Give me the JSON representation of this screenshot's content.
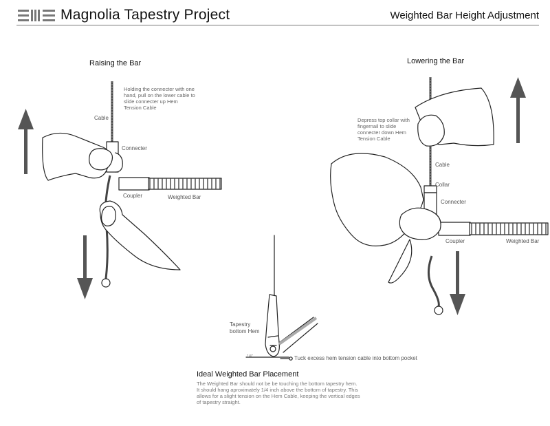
{
  "header": {
    "title": "Magnolia Tapestry Project",
    "subtitle": "Weighted Bar Height Adjustment"
  },
  "raising": {
    "heading": "Raising the Bar",
    "instruction": "Holding the connecter with one hand, pull on the lower cable to slide connecter up Hem Tension Cable",
    "labels": {
      "cable": "Cable",
      "connecter": "Connecter",
      "coupler": "Coupler",
      "weighted_bar": "Weighted Bar"
    }
  },
  "lowering": {
    "heading": "Lowering the Bar",
    "instruction": "Depress top collar with fingernail to slide connecter down Hem Tension Cable",
    "labels": {
      "cable": "Cable",
      "collar": "Collar",
      "connecter": "Connecter",
      "coupler": "Coupler",
      "weighted_bar": "Weighted Bar"
    }
  },
  "placement": {
    "hem_label": "Tapestry bottom Hem",
    "quarter_inch": "1/4\"",
    "tuck_note": "Tuck excess hem tension cable into bottom pocket",
    "heading": "Ideal Weighted Bar Placement",
    "description": "The Weighted Bar should not be be touching the bottom tapestry hem. It should hang aproximately 1/4 inch above the bottom of tapestry. This allows for a slight tension on the Hem Cable, keeping the vertical edges of tapestry straight."
  },
  "colors": {
    "arrow": "#555555",
    "rule": "#777777"
  }
}
